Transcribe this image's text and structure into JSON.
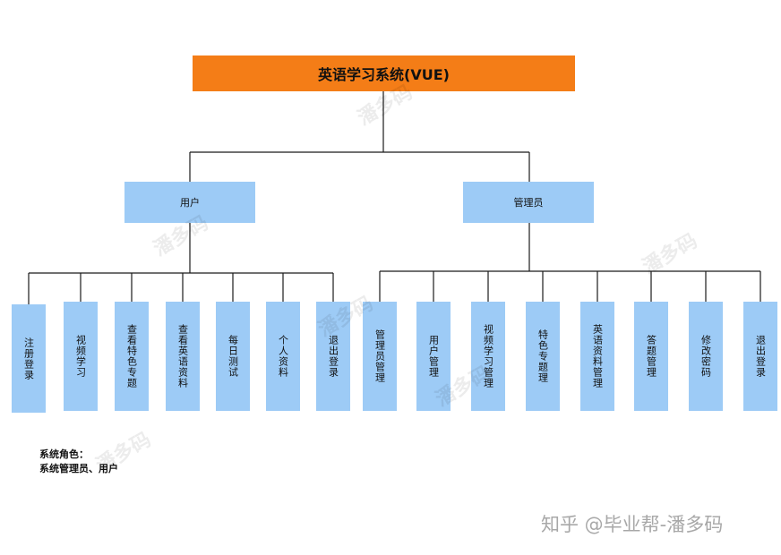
{
  "root": {
    "title": "英语学习系统(VUE)"
  },
  "roles": [
    {
      "label": "用户",
      "functions": [
        "注册登录",
        "视频学习",
        "查看特色专题",
        "查看英语资料",
        "每日测试",
        "个人资料",
        "退出登录"
      ]
    },
    {
      "label": "管理员",
      "functions": [
        "管理员管理",
        "用户管理",
        "视频学习管理",
        "特色专题理",
        "英语资料管理",
        "答题管理",
        "修改密码",
        "退出登录"
      ]
    }
  ],
  "note": {
    "line1": "系统角色：",
    "line2": "系统管理员、用户"
  },
  "watermark": "潘多码",
  "credit": "知乎 @毕业帮-潘多码",
  "colors": {
    "root": "#f47d17",
    "node": "#9dcbf6",
    "line": "#1a1a1a"
  }
}
